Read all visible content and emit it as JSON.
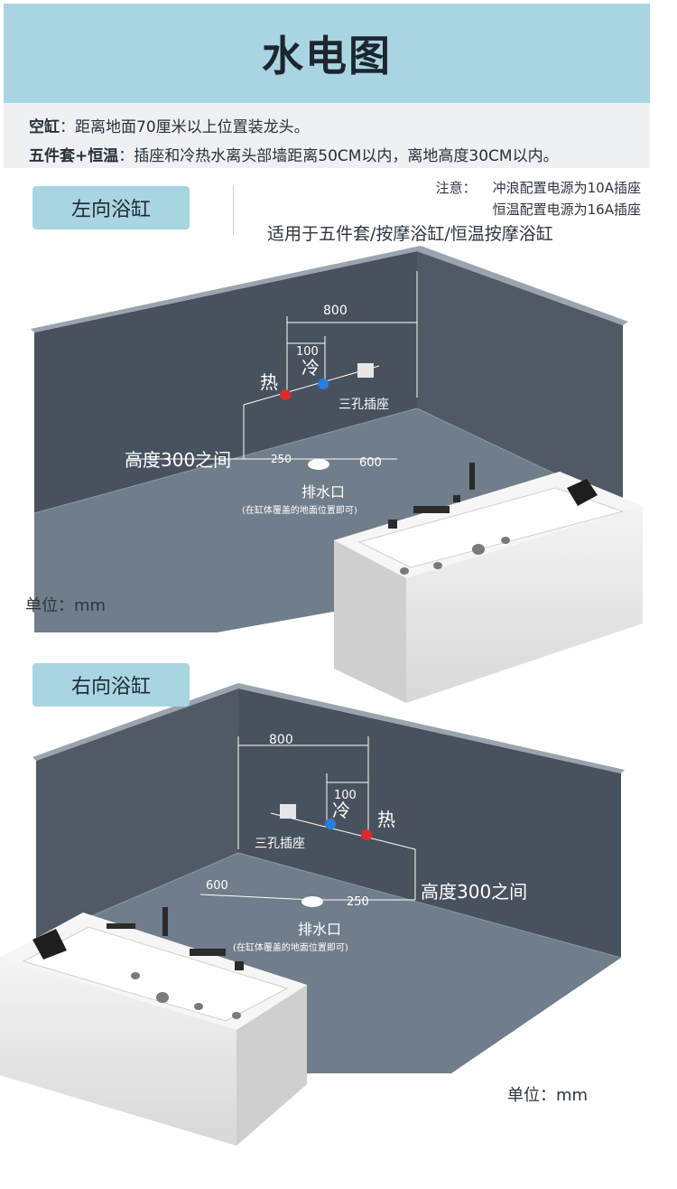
{
  "header": {
    "title": "水电图"
  },
  "notes": {
    "line1_label": "空缸",
    "line1_text": "：距离地面70厘米以上位置装龙头。",
    "line2_label": "五件套+恒温",
    "line2_text": "：插座和冷热水离头部墙距离50CM以内，离地高度30CM以内。"
  },
  "caution": {
    "label": "注意：",
    "line1": "冲浪配置电源为10A插座",
    "line2": "恒温配置电源为16A插座",
    "applies": "适用于五件套/按摩浴缸/恒温按摩浴缸"
  },
  "left_diagram": {
    "title": "左向浴缸",
    "dim_800": "800",
    "dim_100": "100",
    "cold": "冷",
    "hot": "热",
    "socket": "三孔插座",
    "height": "高度300之间",
    "dim_250": "250",
    "dim_600": "600",
    "drain": "排水口",
    "drain_note": "(在缸体覆盖的地面位置即可)",
    "unit": "单位：mm"
  },
  "right_diagram": {
    "title": "右向浴缸",
    "dim_800": "800",
    "dim_100": "100",
    "cold": "冷",
    "hot": "热",
    "socket": "三孔插座",
    "height": "高度300之间",
    "dim_600": "600",
    "dim_250": "250",
    "drain": "排水口",
    "drain_note": "(在缸体覆盖的地面位置即可)",
    "unit": "单位：mm"
  },
  "colors": {
    "banner": "#a9d5e2",
    "wall": "#48525e",
    "floor": "#6e7b88",
    "hot_dot": "#e02a2a",
    "cold_dot": "#2a7de0"
  }
}
